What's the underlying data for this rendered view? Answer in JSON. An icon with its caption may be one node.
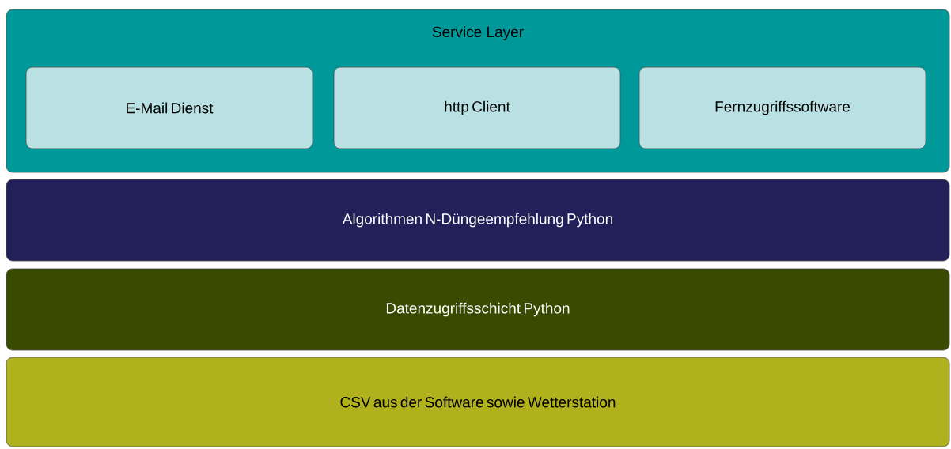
{
  "diagram": {
    "nodes": [
      {
        "text": [
          "Service Layer"
        ]
      },
      {
        "text": [
          "E-Mail Dienst"
        ],
        "in": 0
      },
      {
        "text": [
          "http Client"
        ],
        "in": 0
      },
      {
        "text": [
          "Fernzugriffssoftware"
        ],
        "in": 0
      },
      {
        "text": [
          "Algorithmen N-Düngeempfehlung Python"
        ]
      },
      {
        "text": [
          "Datenzugriffsschicht Python"
        ]
      },
      {
        "text": [
          "CSV aus der Software sowie Wetterstation"
        ]
      }
    ]
  }
}
